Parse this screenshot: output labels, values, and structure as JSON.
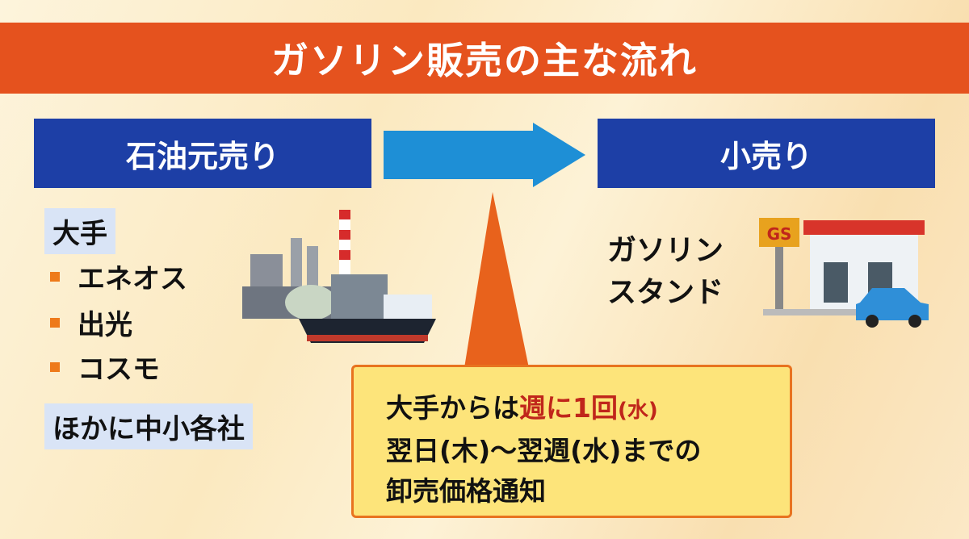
{
  "title": "ガソリン販売の主な流れ",
  "wholesale": {
    "label": "石油元売り",
    "majors_label": "大手",
    "majors": [
      "エネオス",
      "出光",
      "コスモ"
    ],
    "others_label": "ほかに中小各社"
  },
  "retail": {
    "label": "小売り",
    "station_line1": "ガソリン",
    "station_line2": "スタンド",
    "gs_sign": "GS"
  },
  "callout": {
    "line1_prefix": "大手からは",
    "line1_highlight": "週に1回",
    "line1_suffix": "(水)",
    "line2": "翌日(木)〜翌週(水)までの",
    "line3": "卸売価格通知"
  },
  "colors": {
    "title_bar": "#e5521e",
    "blue_box": "#1d3fa6",
    "arrow": "#1e8fd6",
    "callout_fill": "#fde47a",
    "highlight": "#c0261b"
  }
}
